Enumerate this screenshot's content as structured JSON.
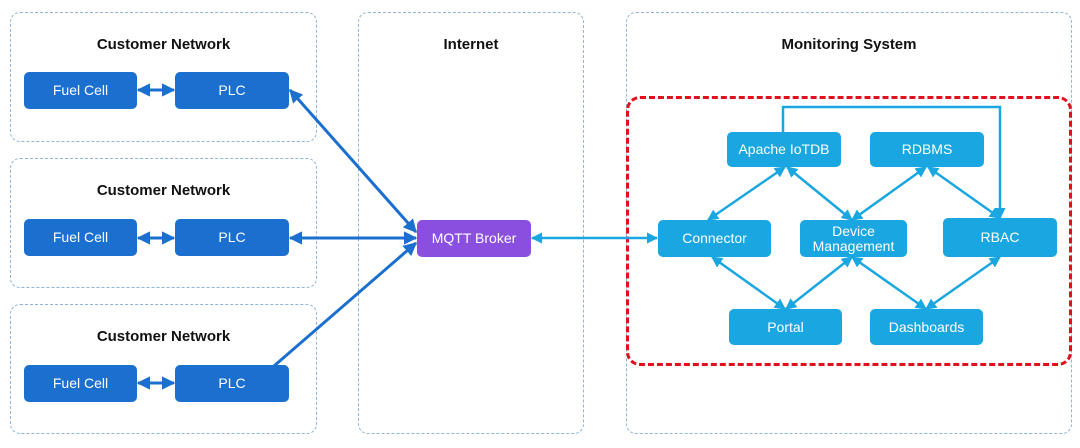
{
  "regions": {
    "customer_1": "Customer Network",
    "customer_2": "Customer Network",
    "customer_3": "Customer Network",
    "internet": "Internet",
    "monitoring": "Monitoring System"
  },
  "nodes": {
    "fuel_cell_1": "Fuel Cell",
    "plc_1": "PLC",
    "fuel_cell_2": "Fuel Cell",
    "plc_2": "PLC",
    "fuel_cell_3": "Fuel Cell",
    "plc_3": "PLC",
    "mqtt_broker": "MQTT Broker",
    "connector": "Connector",
    "apache_iotdb": "Apache IoTDB",
    "rdbms": "RDBMS",
    "device_management": "Device Management",
    "rbac": "RBAC",
    "portal": "Portal",
    "dashboards": "Dashboards"
  },
  "colors": {
    "customer_node": "#1b6fcf",
    "monitoring_node": "#1aa6e0",
    "broker_node": "#8b4fe0",
    "highlight_border": "#e0101c",
    "region_border": "#8fb4d8"
  }
}
